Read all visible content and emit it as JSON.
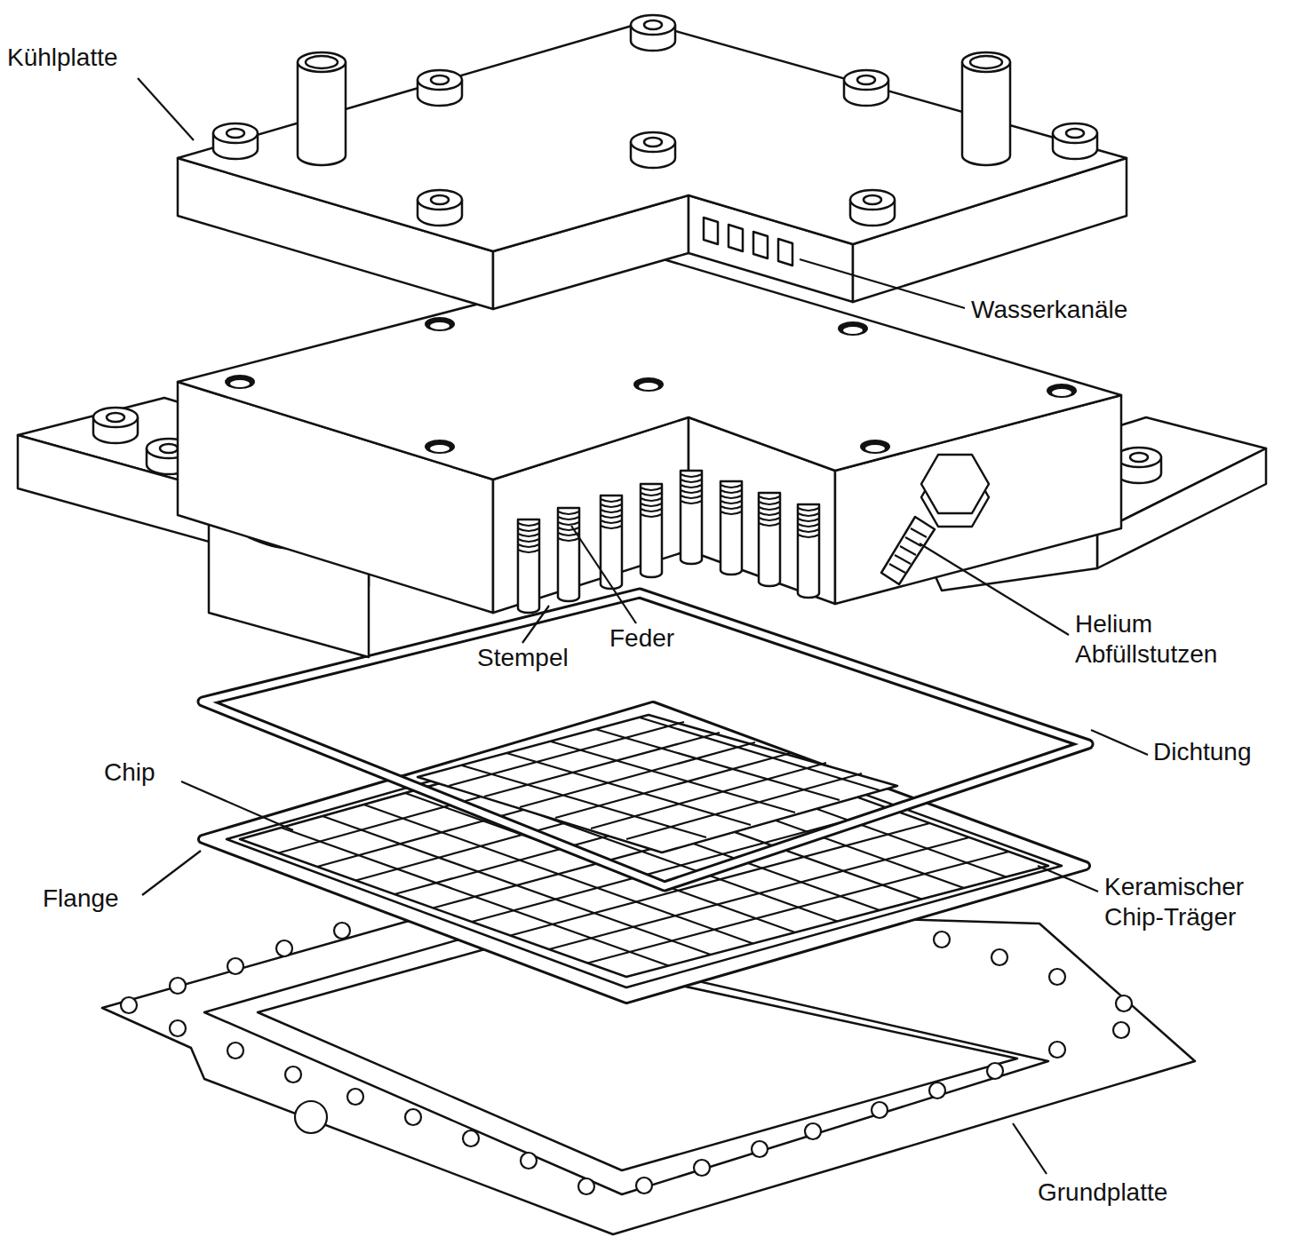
{
  "diagram": {
    "labels": [
      "Kühlplatte",
      "Wasserkanäle",
      "Stempel",
      "Feder",
      "Helium Abfüllstutzen",
      "Dichtung",
      "Chip",
      "Flange",
      "Keramischer Chip-Träger",
      "Grundplatte"
    ]
  }
}
